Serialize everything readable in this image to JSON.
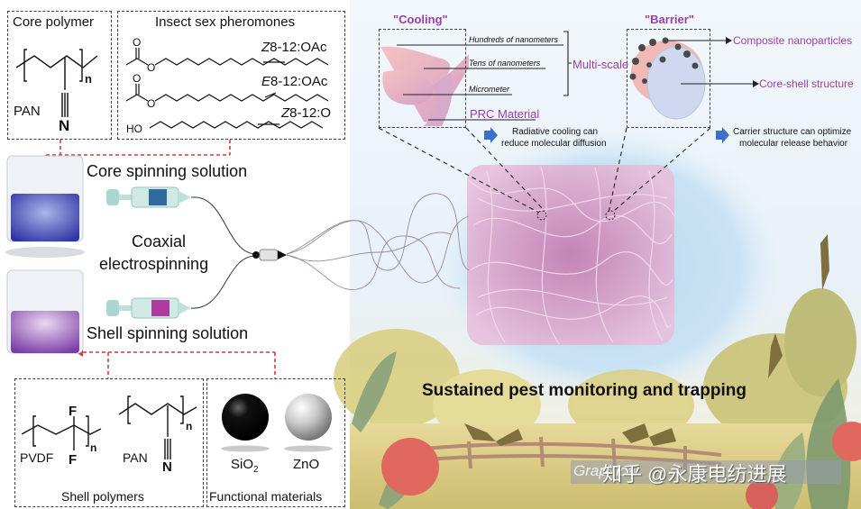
{
  "left_panel": {
    "core_polymer": {
      "title": "Core polymer",
      "label": "PAN",
      "nitrogen": "N",
      "subscript": "n"
    },
    "pheromones": {
      "title": "Insect sex pheromones",
      "compounds": [
        {
          "prefix": "Z",
          "name": "8-12:OAc",
          "oxygen_top": "O",
          "oxygen_mid": "O"
        },
        {
          "prefix": "E",
          "name": "8-12:OAc",
          "oxygen_top": "O",
          "oxygen_mid": "O"
        },
        {
          "prefix": "Z",
          "name": "8-12:O",
          "hydroxyl": "HO"
        }
      ]
    },
    "core_solution_label": "Core spinning solution",
    "process_label_line1": "Coaxial",
    "process_label_line2": "electrospinning",
    "shell_solution_label": "Shell spinning solution",
    "shell_polymers": {
      "title": "Shell polymers",
      "pvdf_label": "PVDF",
      "fluorine": "F",
      "pan_label": "PAN",
      "nitrogen": "N",
      "subscript": "n"
    },
    "functional_materials": {
      "title": "Functional materials",
      "items": [
        {
          "name": "SiO",
          "sub": "2"
        },
        {
          "name": "ZnO",
          "sub": ""
        }
      ]
    }
  },
  "right_panel": {
    "cooling": {
      "title": "\"Cooling\"",
      "scales": [
        "Hundreds of nanometers",
        "Tens of nanometers",
        "Micrometer"
      ],
      "multiscale_label": "Multi-scale",
      "material_label": "PRC Material",
      "note_line1": "Radiative cooling can",
      "note_line2": "reduce molecular diffusion"
    },
    "barrier": {
      "title": "\"Barrier\"",
      "label_nanoparticles": "Composite nanoparticles",
      "label_structure": "Core-shell structure",
      "note_line1": "Carrier structure can optimize",
      "note_line2": "molecular release behavior"
    },
    "bottom_title": "Sustained pest monitoring and trapping",
    "watermark_en": "Graphical",
    "watermark_cn": "知乎 @永康电纺进展"
  },
  "colors": {
    "accent_purple": "#9b3fa8",
    "connector_red": "#d33a3a",
    "arrow_blue": "#3a6fd0",
    "core_solution": "#3b3fb0",
    "shell_solution": "#8c4fb5",
    "fiber_pink": "#d99ac7"
  }
}
